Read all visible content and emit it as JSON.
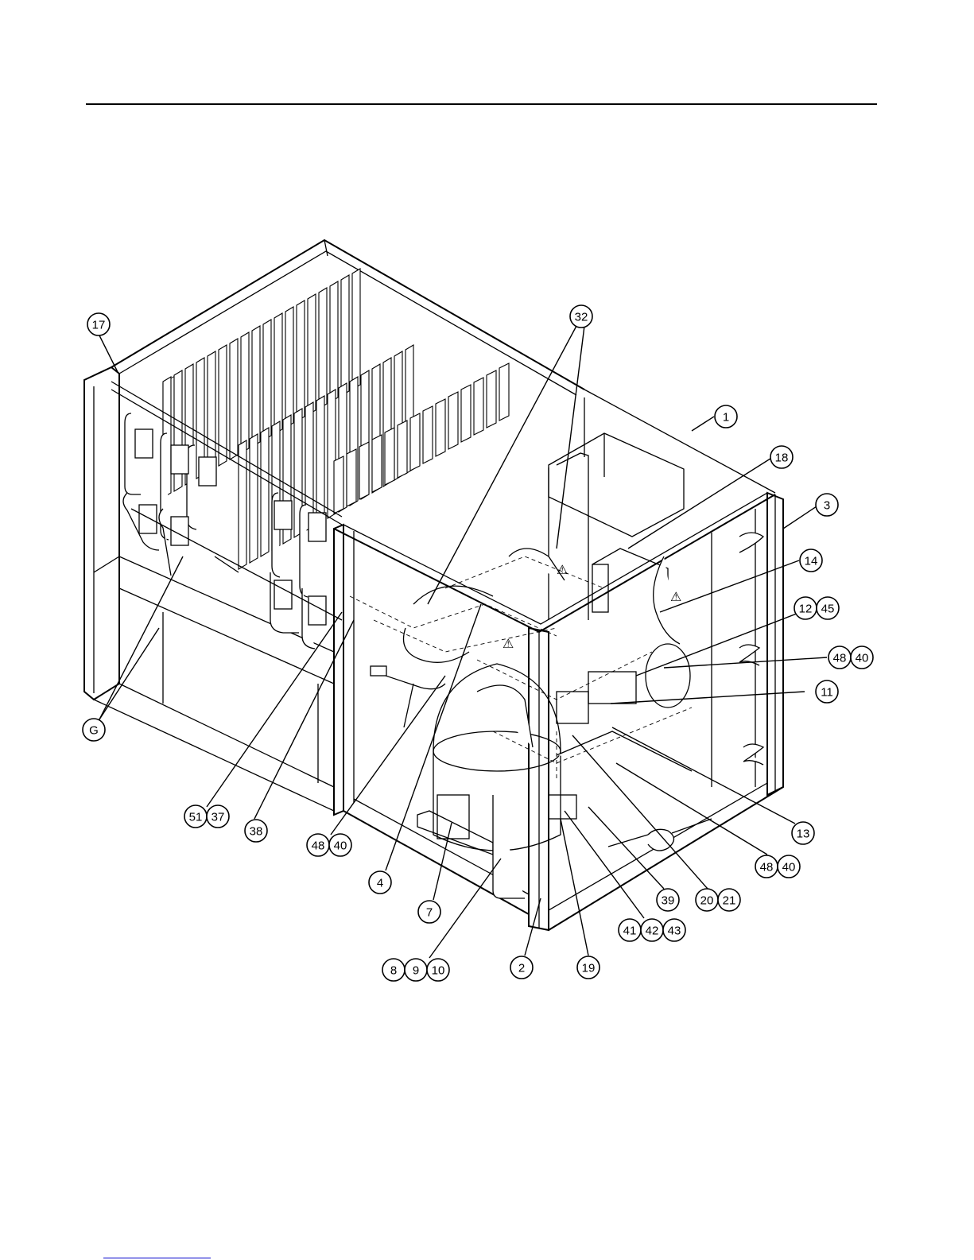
{
  "diagram": {
    "callouts": [
      {
        "id": "c17",
        "labels": [
          "17"
        ]
      },
      {
        "id": "c32",
        "labels": [
          "32"
        ]
      },
      {
        "id": "c1",
        "labels": [
          "1"
        ]
      },
      {
        "id": "c18",
        "labels": [
          "18"
        ]
      },
      {
        "id": "c3",
        "labels": [
          "3"
        ]
      },
      {
        "id": "c14",
        "labels": [
          "14"
        ]
      },
      {
        "id": "c12-45",
        "labels": [
          "12",
          "45"
        ]
      },
      {
        "id": "c48-40-a",
        "labels": [
          "48",
          "40"
        ]
      },
      {
        "id": "c11",
        "labels": [
          "11"
        ]
      },
      {
        "id": "cG",
        "labels": [
          "G"
        ]
      },
      {
        "id": "c13",
        "labels": [
          "13"
        ]
      },
      {
        "id": "c51-37",
        "labels": [
          "51",
          "37"
        ]
      },
      {
        "id": "c38",
        "labels": [
          "38"
        ]
      },
      {
        "id": "c48-40-b",
        "labels": [
          "48",
          "40"
        ]
      },
      {
        "id": "c48-40-c",
        "labels": [
          "48",
          "40"
        ]
      },
      {
        "id": "c4",
        "labels": [
          "4"
        ]
      },
      {
        "id": "c39",
        "labels": [
          "39"
        ]
      },
      {
        "id": "c20-21",
        "labels": [
          "20",
          "21"
        ]
      },
      {
        "id": "c7",
        "labels": [
          "7"
        ]
      },
      {
        "id": "c41-42-43",
        "labels": [
          "41",
          "42",
          "43"
        ]
      },
      {
        "id": "c8-9-10",
        "labels": [
          "8",
          "9",
          "10"
        ]
      },
      {
        "id": "c2",
        "labels": [
          "2"
        ]
      },
      {
        "id": "c19",
        "labels": [
          "19"
        ]
      }
    ],
    "warning_symbol": "⚠",
    "colors": {
      "line": "#000000",
      "link_underline": "#0000cc",
      "background": "#ffffff"
    }
  }
}
